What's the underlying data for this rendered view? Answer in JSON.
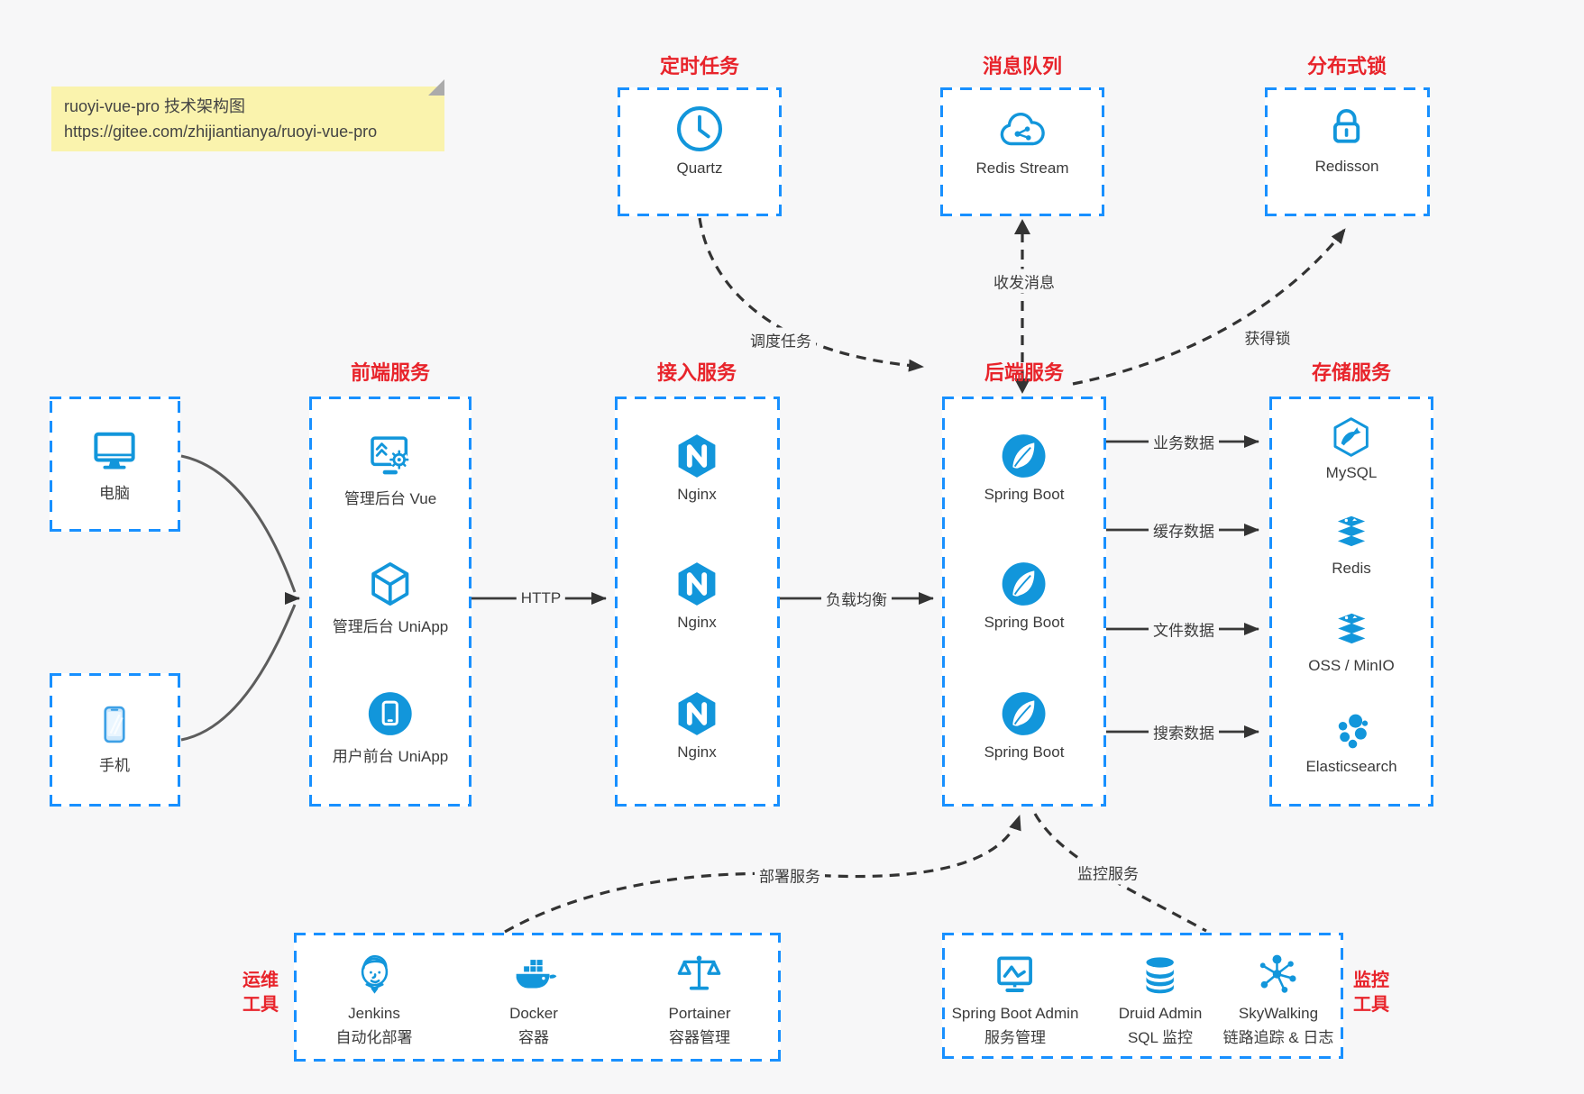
{
  "note": {
    "line1": "ruoyi-vue-pro 技术架构图",
    "line2": "https://gitee.com/zhijiantianya/ruoyi-vue-pro"
  },
  "titles": {
    "scheduled": "定时任务",
    "mq": "消息队列",
    "lock": "分布式锁",
    "frontend": "前端服务",
    "access": "接入服务",
    "backend": "后端服务",
    "storage": "存储服务"
  },
  "nodes": {
    "quartz": "Quartz",
    "redis_stream": "Redis Stream",
    "redisson": "Redisson",
    "computer": "电脑",
    "phone": "手机",
    "frontend1": "管理后台 Vue",
    "frontend2": "管理后台 UniApp",
    "frontend3": "用户前台 UniApp",
    "nginx1": "Nginx",
    "nginx2": "Nginx",
    "nginx3": "Nginx",
    "spring1": "Spring Boot",
    "spring2": "Spring Boot",
    "spring3": "Spring Boot",
    "mysql": "MySQL",
    "redis": "Redis",
    "oss": "OSS / MinIO",
    "es": "Elasticsearch"
  },
  "ops": {
    "title_line1": "运维",
    "title_line2": "工具",
    "items": [
      {
        "name": "Jenkins",
        "desc": "自动化部署"
      },
      {
        "name": "Docker",
        "desc": "容器"
      },
      {
        "name": "Portainer",
        "desc": "容器管理"
      }
    ]
  },
  "monitoring": {
    "title_line1": "监控",
    "title_line2": "工具",
    "items": [
      {
        "name": "Spring Boot Admin",
        "desc": "服务管理"
      },
      {
        "name": "Druid Admin",
        "desc": "SQL 监控"
      },
      {
        "name": "SkyWalking",
        "desc": "链路追踪 & 日志"
      }
    ]
  },
  "edges": {
    "http": "HTTP",
    "load_balance": "负载均衡",
    "biz_data": "业务数据",
    "cache_data": "缓存数据",
    "file_data": "文件数据",
    "search_data": "搜索数据",
    "schedule": "调度任务",
    "message": "收发消息",
    "acquire_lock": "获得锁",
    "deploy": "部署服务",
    "monitor": "监控服务"
  },
  "colors": {
    "icon_blue": "#1296db",
    "border_blue": "#1890ff",
    "title_red": "#e8242b",
    "arrow_dark": "#3a3a3a",
    "note_bg": "#faf3ad",
    "page_bg": "#f7f7f8"
  }
}
